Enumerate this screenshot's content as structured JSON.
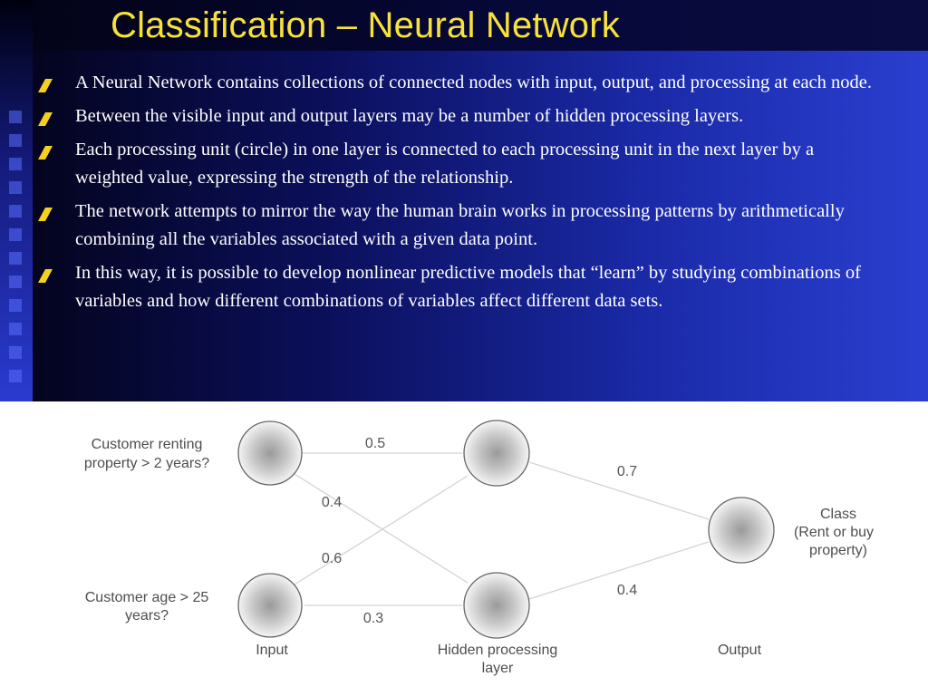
{
  "slide": {
    "title": "Classification – Neural Network",
    "bullets": [
      "A Neural Network contains collections of connected nodes with input, output, and processing at each node.",
      "Between the visible input and output layers may be a number of hidden processing layers.",
      "Each processing unit (circle) in one layer is connected to each processing unit in the next layer by a weighted value, expressing the strength of the relationship.",
      "The network attempts to mirror the way the human brain works in processing patterns by arithmetically combining all the variables associated with a given data point.",
      "In this way, it is possible to develop nonlinear predictive models that “learn” by studying combinations of variables and how different combinations of variables affect different data sets."
    ]
  },
  "diagram": {
    "input_labels": {
      "renting_line1": "Customer renting",
      "renting_line2": "property > 2 years?",
      "age_line1": "Customer age > 25",
      "age_line2": "years?"
    },
    "output_labels": {
      "line1": "Class",
      "line2": "(Rent or buy",
      "line3": "property)"
    },
    "weights": {
      "in1_hidden1": "0.5",
      "in1_hidden2": "0.4",
      "in2_hidden1": "0.6",
      "in2_hidden2": "0.3",
      "hidden1_out": "0.7",
      "hidden2_out": "0.4"
    },
    "layer_labels": {
      "input": "Input",
      "hidden_line1": "Hidden processing",
      "hidden_line2": "layer",
      "output": "Output"
    }
  },
  "colors": {
    "title": "#f7e23a",
    "bullet_icon": "#f5d020",
    "body_text": "#ffffff"
  }
}
